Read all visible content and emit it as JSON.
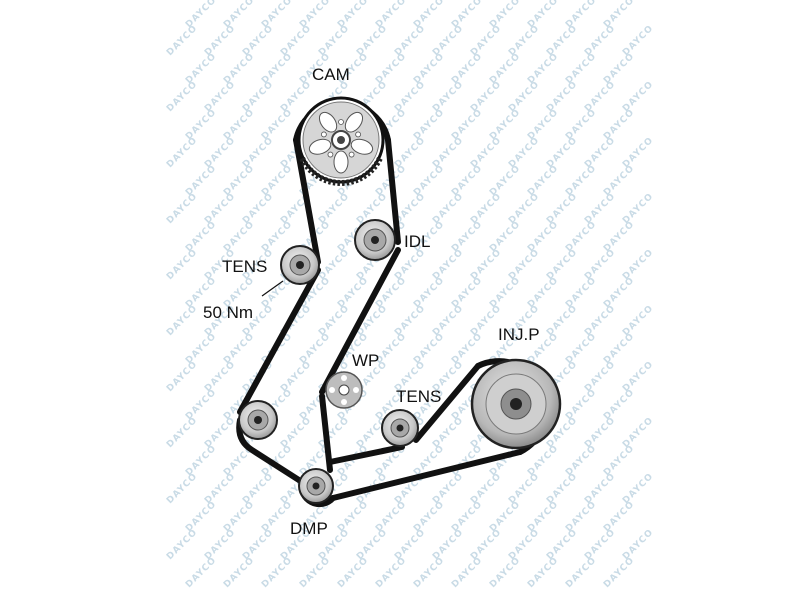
{
  "diagram": {
    "colors": {
      "belt": "#111111",
      "pulley_light": "#e4e4e4",
      "pulley_mid": "#bdbdbd",
      "pulley_dark": "#8f8f8f",
      "watermark": "#c9dbe6"
    },
    "watermark_text": "DAYCO",
    "labels": {
      "cam": "CAM",
      "idl": "IDL",
      "tens_upper": "TENS",
      "torque": "50 Nm",
      "wp": "WP",
      "tens_lower": "TENS",
      "injp": "INJ.P",
      "dmp": "DMP"
    }
  }
}
